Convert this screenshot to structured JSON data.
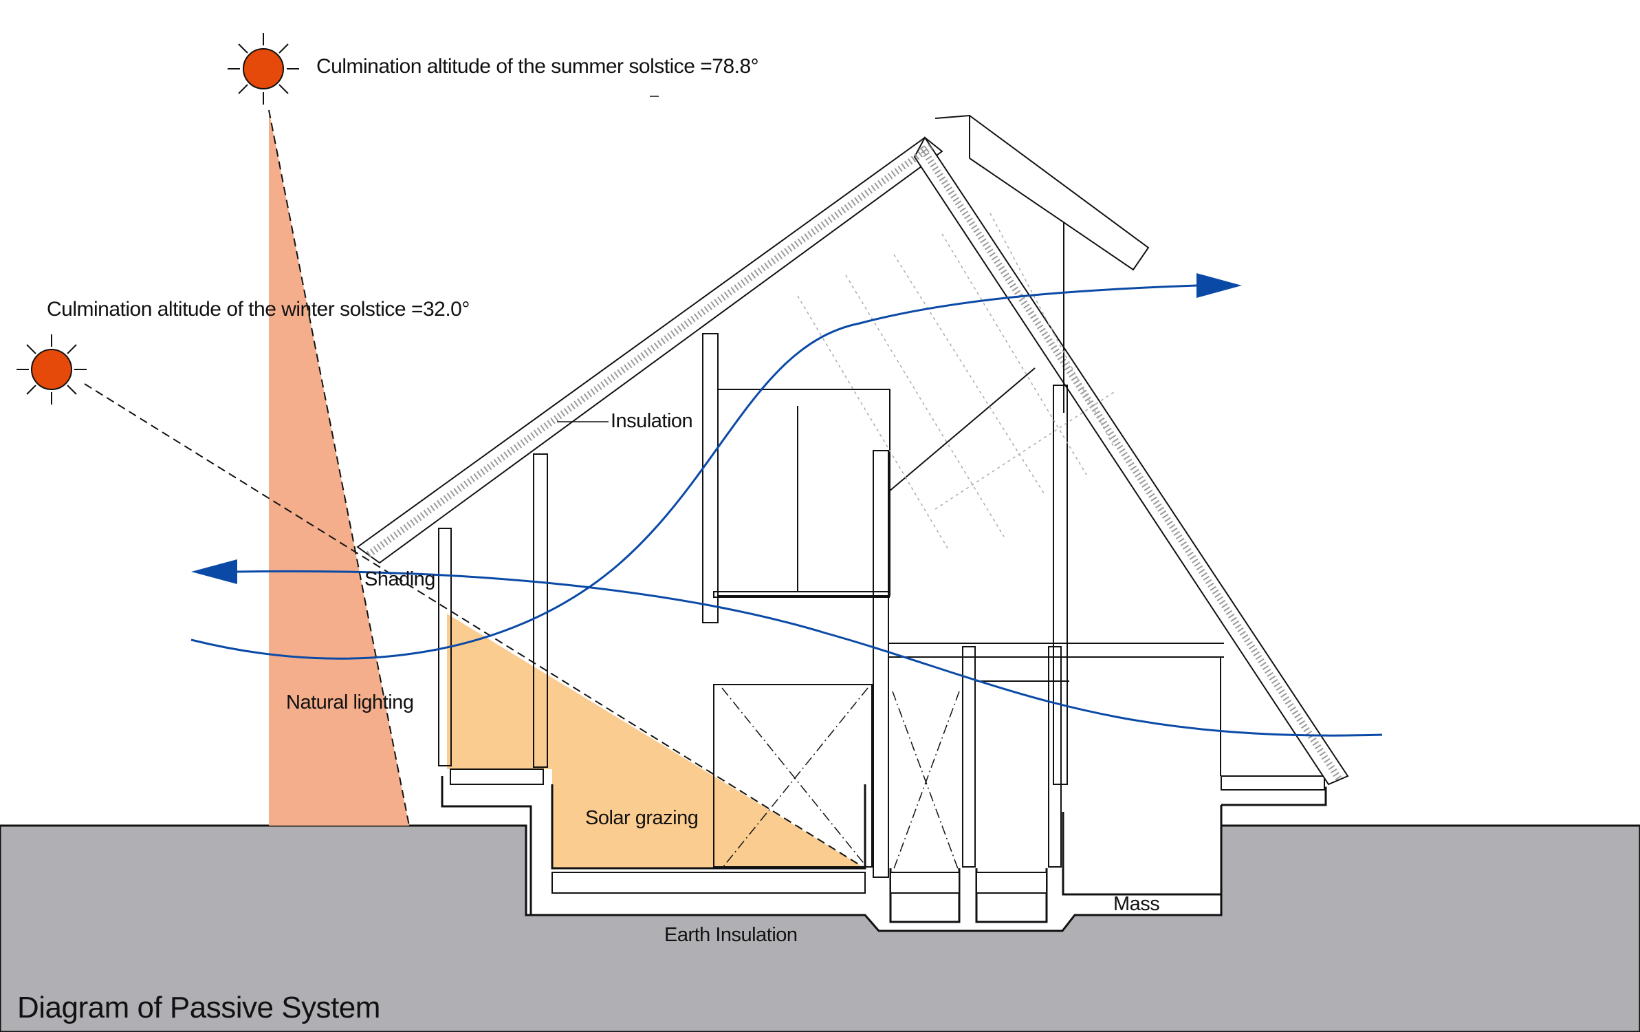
{
  "title": "Diagram of Passive System",
  "annotations": {
    "summer_solstice": "Culmination altitude of the summer solstice =78.8°",
    "winter_solstice": "Culmination altitude of the winter solstice =32.0°",
    "insulation": "Insulation",
    "shading": "Shading",
    "natural_lighting": "Natural lighting",
    "solar_grazing": "Solar grazing",
    "earth_insulation": "Earth Insulation",
    "mass": "Mass"
  },
  "icons": {
    "summer_sun": "sun-icon",
    "winter_sun": "sun-icon",
    "airflow_out_left": "arrow-left-icon",
    "airflow_out_right": "arrow-right-icon"
  },
  "colors": {
    "sun": "#E64A0A",
    "summer_light": "#F4AE8C",
    "solar_grazing": "#FACC8F",
    "airflow": "#0A4AA6",
    "ground": "#B0AFB3",
    "line": "#1A1A1A"
  },
  "angles": {
    "summer_deg": 78.8,
    "winter_deg": 32.0
  }
}
